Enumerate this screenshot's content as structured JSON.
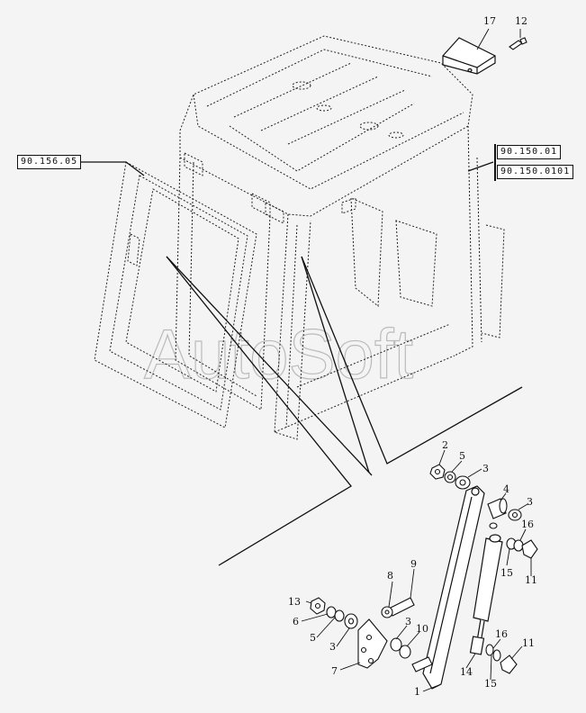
{
  "watermark": "AutoSoft",
  "ref_boxes": {
    "left": "90.156.05",
    "right_top": "90.150.01",
    "right_bottom": "90.150.0101"
  },
  "callouts": {
    "c1": "1",
    "c2": "2",
    "c3a": "3",
    "c3b": "3",
    "c3c": "3",
    "c3d": "3",
    "c4": "4",
    "c5a": "5",
    "c5b": "5",
    "c6": "6",
    "c7": "7",
    "c8": "8",
    "c9": "9",
    "c10": "10",
    "c11a": "11",
    "c11b": "11",
    "c12": "12",
    "c13": "13",
    "c14": "14",
    "c15a": "15",
    "c15b": "15",
    "c16a": "16",
    "c16b": "16",
    "c17": "17"
  }
}
